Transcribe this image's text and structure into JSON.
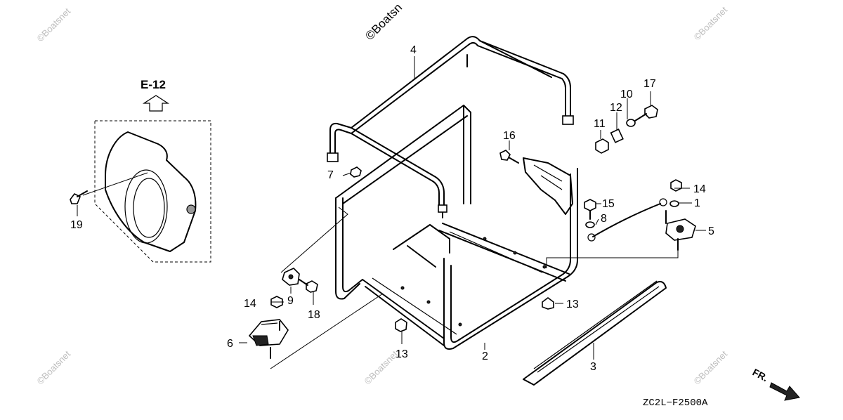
{
  "watermark": {
    "main_text": "©Boatsn",
    "tile_text": "©Boatsnet"
  },
  "reference": {
    "section": "E-12"
  },
  "callouts": {
    "p1": "1",
    "p2": "2",
    "p3": "3",
    "p4": "4",
    "p5": "5",
    "p6": "6",
    "p7": "7",
    "p8": "8",
    "p9": "9",
    "p10": "10",
    "p11": "11",
    "p12": "12",
    "p13a": "13",
    "p13b": "13",
    "p14a": "14",
    "p14b": "14",
    "p15": "15",
    "p16": "16",
    "p17": "17",
    "p18": "18",
    "p19": "19"
  },
  "direction_label": "FR.",
  "diagram_code": "ZC2L−F2500A"
}
